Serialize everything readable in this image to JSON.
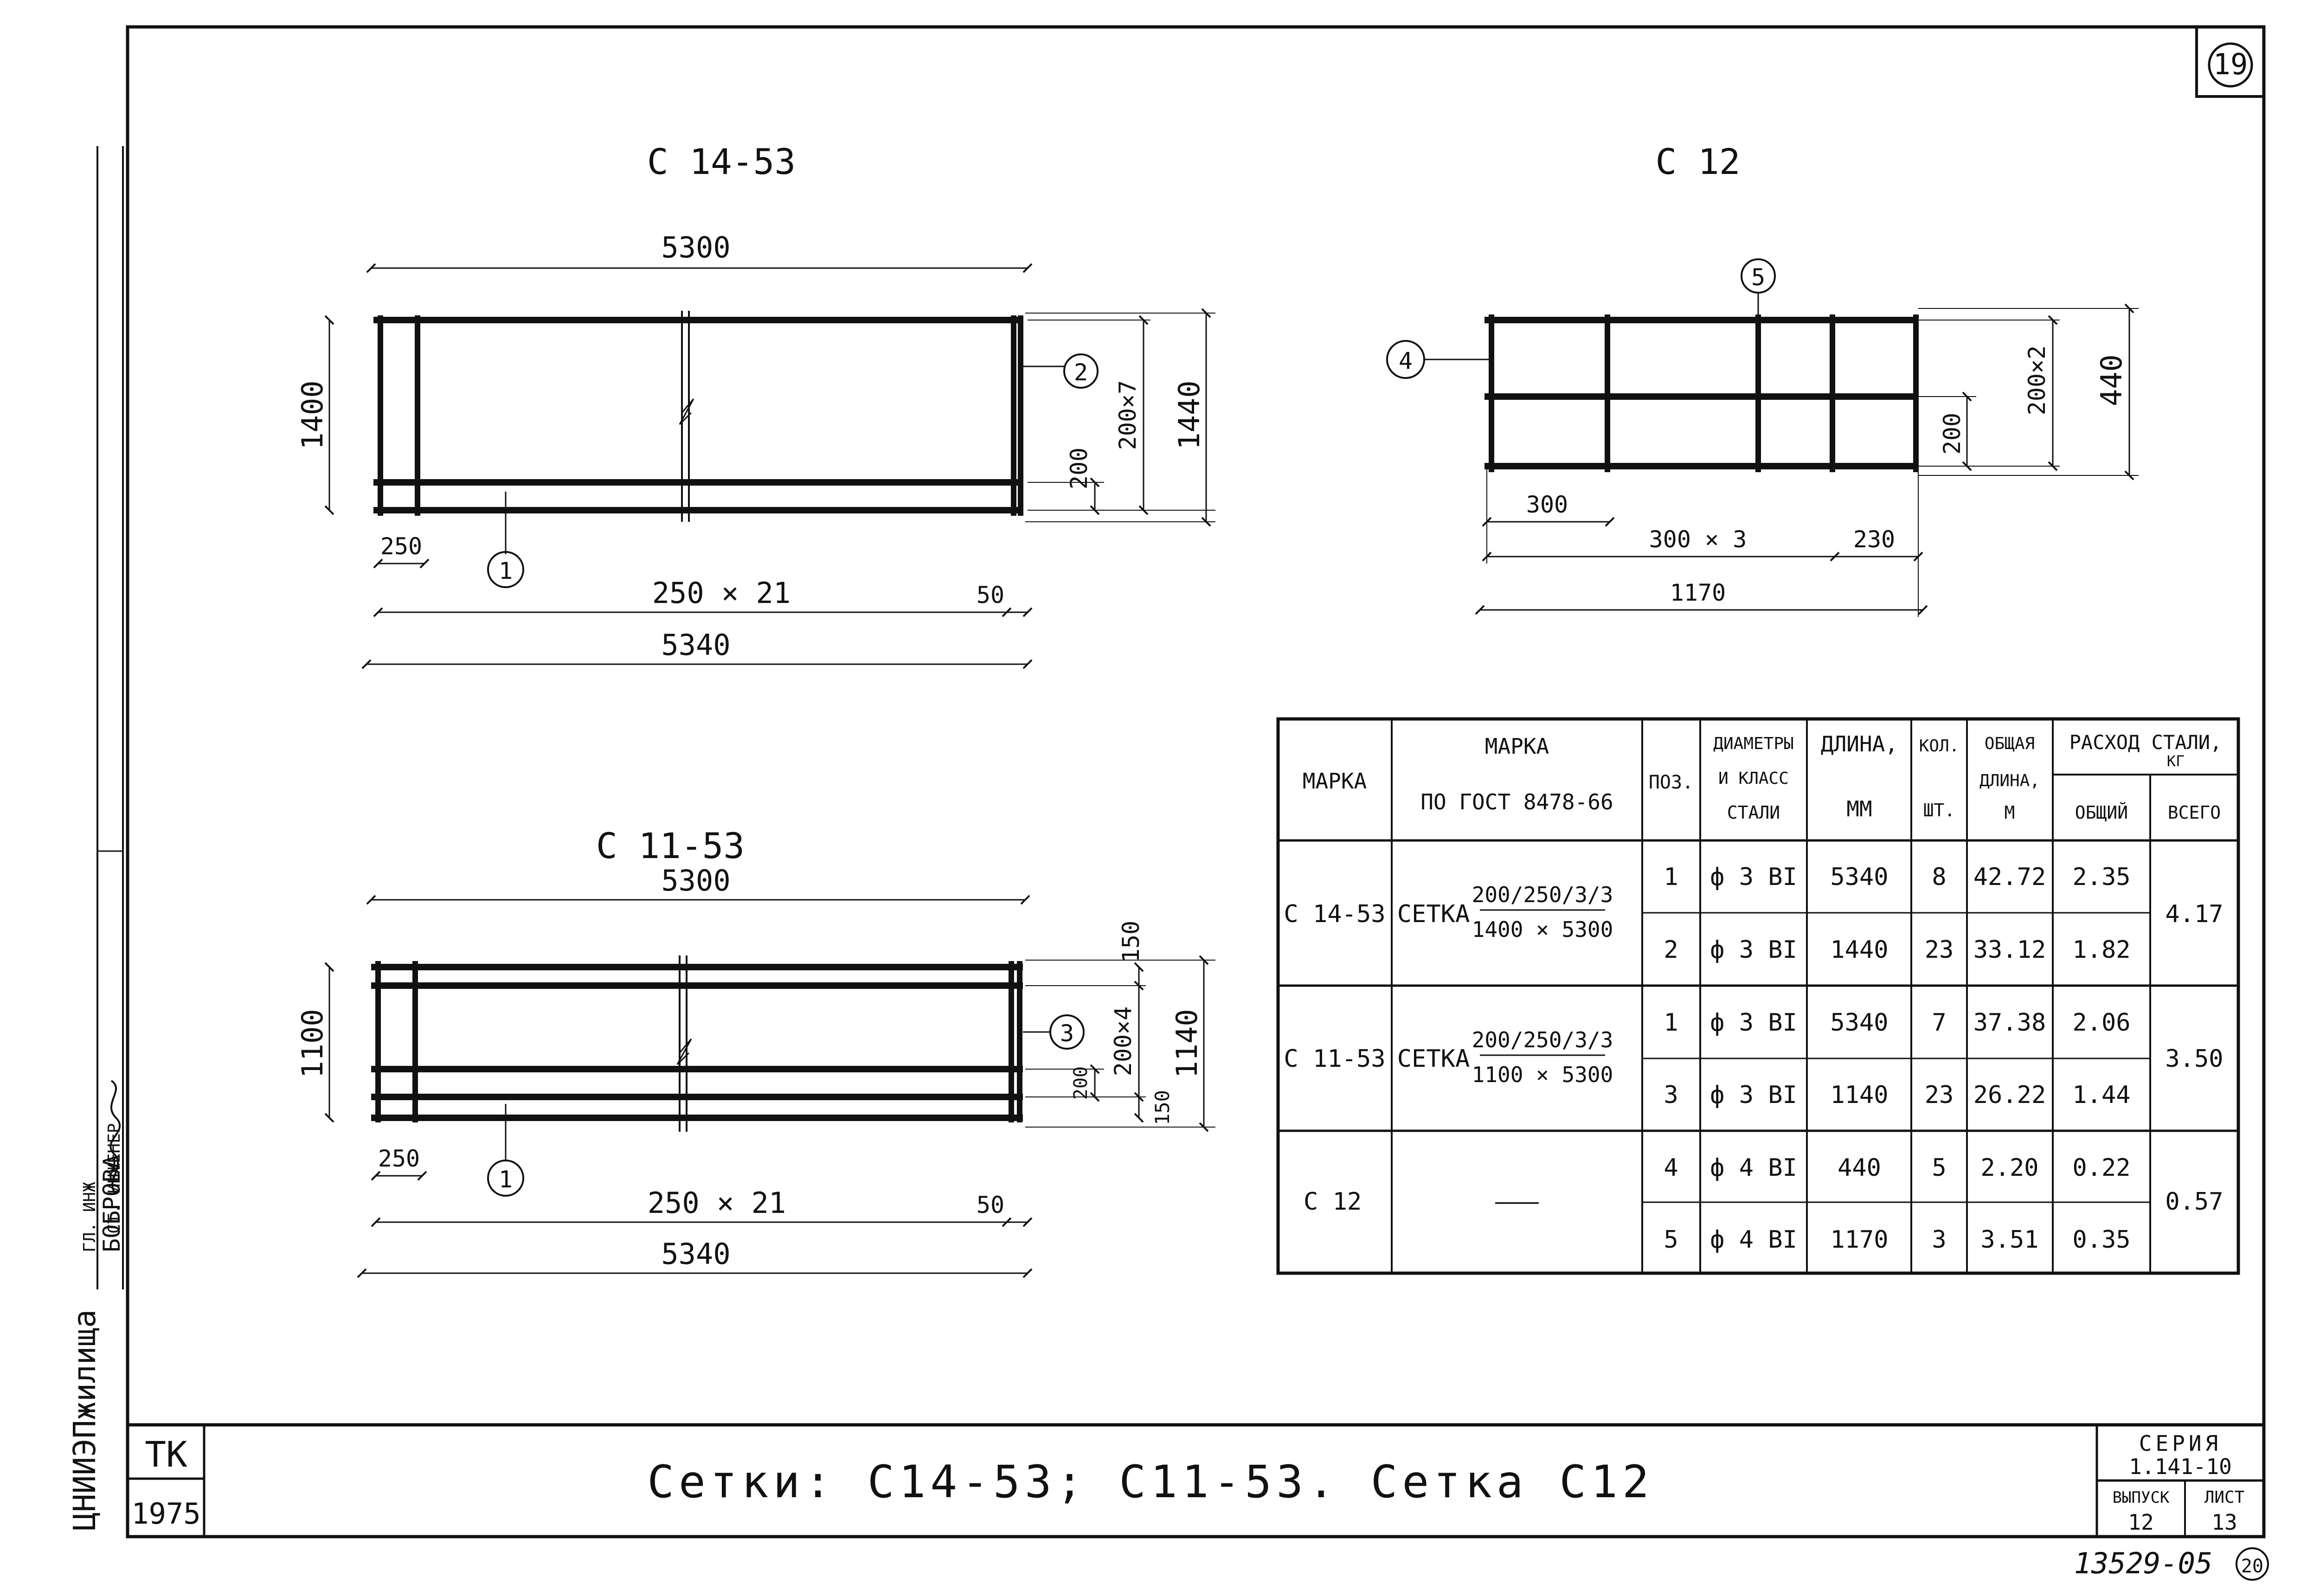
{
  "sheet_number": "19",
  "bottom_stamp": "13529-05",
  "bottom_stamp_circle": "20",
  "left_strip": {
    "org": "ЦНИИЭПжилища",
    "role_1": "ГЛ. ИНЖ",
    "role_2": "СТ. ИНЖЕНЕР",
    "person": "БОБРОВА"
  },
  "title_block": {
    "tk": "ТК",
    "year": "1975",
    "title": "Сетки: С14-53; С11-53. Сетка С12",
    "series_label": "СЕРИЯ",
    "series_value": "1.141-10",
    "issue_label": "ВЫПУСК",
    "issue_value": "12",
    "sheet_label": "ЛИСТ",
    "sheet_value": "13"
  },
  "drawings": {
    "c1453": {
      "title": "С 14-53",
      "dim_top": "5300",
      "dim_height": "1400",
      "dim_right_inner": "200×7",
      "dim_right_outer": "1440",
      "dim_200": "200",
      "dim_250": "250",
      "dim_bottom_step": "250 × 21",
      "dim_50": "50",
      "dim_bottom_total": "5340",
      "pos_a": "1",
      "pos_b": "2"
    },
    "c1153": {
      "title": "С 11-53",
      "dim_top": "5300",
      "dim_height": "1100",
      "dim_150_top": "150",
      "dim_right_inner": "200×4",
      "dim_right_outer": "1140",
      "dim_200": "200",
      "dim_150_bottom": "150",
      "dim_250": "250",
      "dim_bottom_step": "250 × 21",
      "dim_50": "50",
      "dim_bottom_total": "5340",
      "pos_a": "1",
      "pos_b": "3"
    },
    "c12": {
      "title": "С 12",
      "pos_top": "5",
      "pos_left": "4",
      "dim_200x2": "200×2",
      "dim_440": "440",
      "dim_200": "200",
      "dim_300": "300",
      "dim_300x3": "300 × 3",
      "dim_230": "230",
      "dim_1170": "1170"
    }
  },
  "table": {
    "headers": {
      "marka": "МАРКА",
      "gost_1": "МАРКА",
      "gost_2": "ПО ГОСТ 8478-66",
      "poz": "ПОЗ.",
      "diam_1": "ДИАМЕТРЫ",
      "diam_2": "И КЛАСС",
      "diam_3": "СТАЛИ",
      "length_1": "ДЛИНА,",
      "length_2": "ММ",
      "qty_1": "КОЛ.",
      "qty_2": "ШТ.",
      "total_len_1": "ОБЩАЯ",
      "total_len_2": "ДЛИНА,",
      "total_len_3": "М",
      "steel_1": "РАСХОД СТАЛИ,",
      "steel_2": "КГ",
      "steel_general": "ОБЩИЙ",
      "steel_all": "ВСЕГО"
    },
    "groups": [
      {
        "marka": "С 14-53",
        "gost_prefix": "СЕТКА",
        "gost_num": "200/250/3/3",
        "gost_den": "1400 × 5300",
        "total": "4.17",
        "rows": [
          {
            "poz": "1",
            "diam": "ф 3 ВI",
            "length": "5340",
            "qty": "8",
            "total_len": "42.72",
            "mass": "2.35"
          },
          {
            "poz": "2",
            "diam": "ф 3 ВI",
            "length": "1440",
            "qty": "23",
            "total_len": "33.12",
            "mass": "1.82"
          }
        ]
      },
      {
        "marka": "С 11-53",
        "gost_prefix": "СЕТКА",
        "gost_num": "200/250/3/3",
        "gost_den": "1100 × 5300",
        "total": "3.50",
        "rows": [
          {
            "poz": "1",
            "diam": "ф 3 ВI",
            "length": "5340",
            "qty": "7",
            "total_len": "37.38",
            "mass": "2.06"
          },
          {
            "poz": "3",
            "diam": "ф 3 ВI",
            "length": "1140",
            "qty": "23",
            "total_len": "26.22",
            "mass": "1.44"
          }
        ]
      },
      {
        "marka": "С 12",
        "gost_prefix": "",
        "gost_num": "",
        "gost_den": "———",
        "total": "0.57",
        "rows": [
          {
            "poz": "4",
            "diam": "ф 4 ВI",
            "length": "440",
            "qty": "5",
            "total_len": "2.20",
            "mass": "0.22"
          },
          {
            "poz": "5",
            "diam": "ф 4 ВI",
            "length": "1170",
            "qty": "3",
            "total_len": "3.51",
            "mass": "0.35"
          }
        ]
      }
    ]
  }
}
